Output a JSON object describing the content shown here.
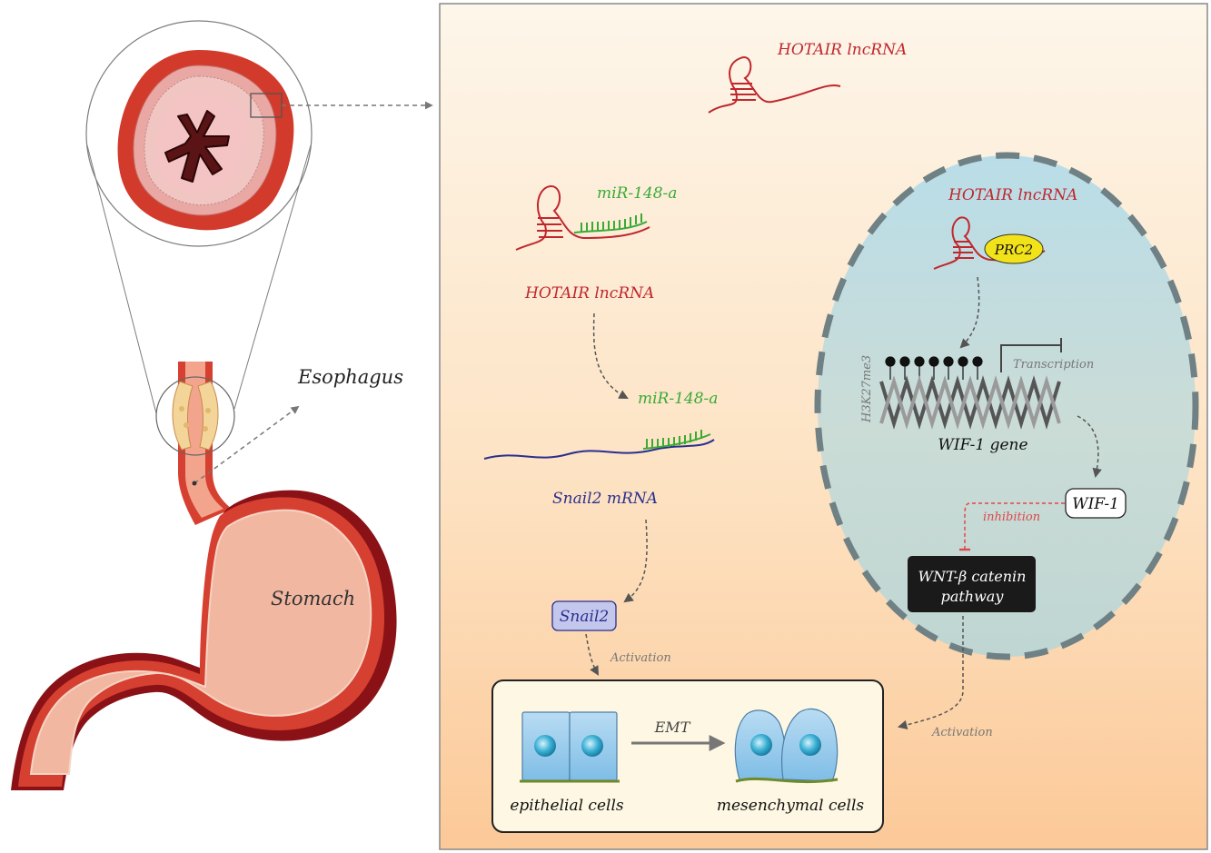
{
  "labels": {
    "esophagus": "Esophagus",
    "stomach": "Stomach",
    "hotair_top": "HOTAIR lncRNA",
    "mir_a": "miR-148-a",
    "hotair_mid": "HOTAIR lncRNA",
    "mir_b": "miR-148-a",
    "snail2_mrna": "Snail2 mRNA",
    "snail2": "Snail2",
    "activation_left": "Activation",
    "epithelial": "epithelial cells",
    "emt": "EMT",
    "mesenchymal": "mesenchymal cells",
    "hotair_nucleus": "HOTAIR lncRNA",
    "prc2": "PRC2",
    "h3k27": "H3K27me3",
    "transcription": "Transcription",
    "wif_gene": "WIF-1 gene",
    "wif1": "WIF-1",
    "inhibition": "inhibition",
    "wnt_line1": "WNT-β catenin",
    "wnt_line2": "pathway",
    "activation_right": "Activation"
  },
  "colors": {
    "hotair": "#c0272d",
    "mir": "#3aaa35",
    "snail": "#2b2f8f",
    "inhibition": "#e0474c",
    "arrow": "#555555",
    "nucleus_border": "#6f8184",
    "wnt_box": "#1a1a1a",
    "prc2_fill": "#f2e21a",
    "snail2_fill": "#c4c7ec"
  },
  "icons": [
    "esophagus-cross-section",
    "stomach-anatomy",
    "rna-hairpin-icon",
    "cell-icon",
    "methyl-mark-icon",
    "dna-helix-icon",
    "transcription-block-icon"
  ]
}
